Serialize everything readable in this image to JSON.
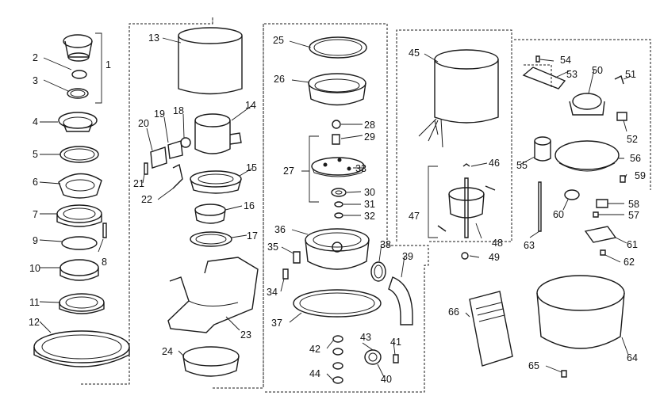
{
  "diagram": {
    "callouts": [
      "1",
      "2",
      "3",
      "4",
      "5",
      "6",
      "7",
      "8",
      "9",
      "10",
      "11",
      "12",
      "13",
      "14",
      "15",
      "16",
      "17",
      "18",
      "19",
      "20",
      "21",
      "22",
      "23",
      "24",
      "25",
      "26",
      "27",
      "28",
      "29",
      "30",
      "31",
      "32",
      "33",
      "34",
      "35",
      "36",
      "37",
      "38",
      "39",
      "40",
      "41",
      "42",
      "43",
      "44",
      "45",
      "46",
      "47",
      "48",
      "49",
      "50",
      "51",
      "52",
      "53",
      "54",
      "55",
      "56",
      "57",
      "58",
      "59",
      "60",
      "61",
      "62",
      "63",
      "64",
      "65",
      "66"
    ]
  }
}
